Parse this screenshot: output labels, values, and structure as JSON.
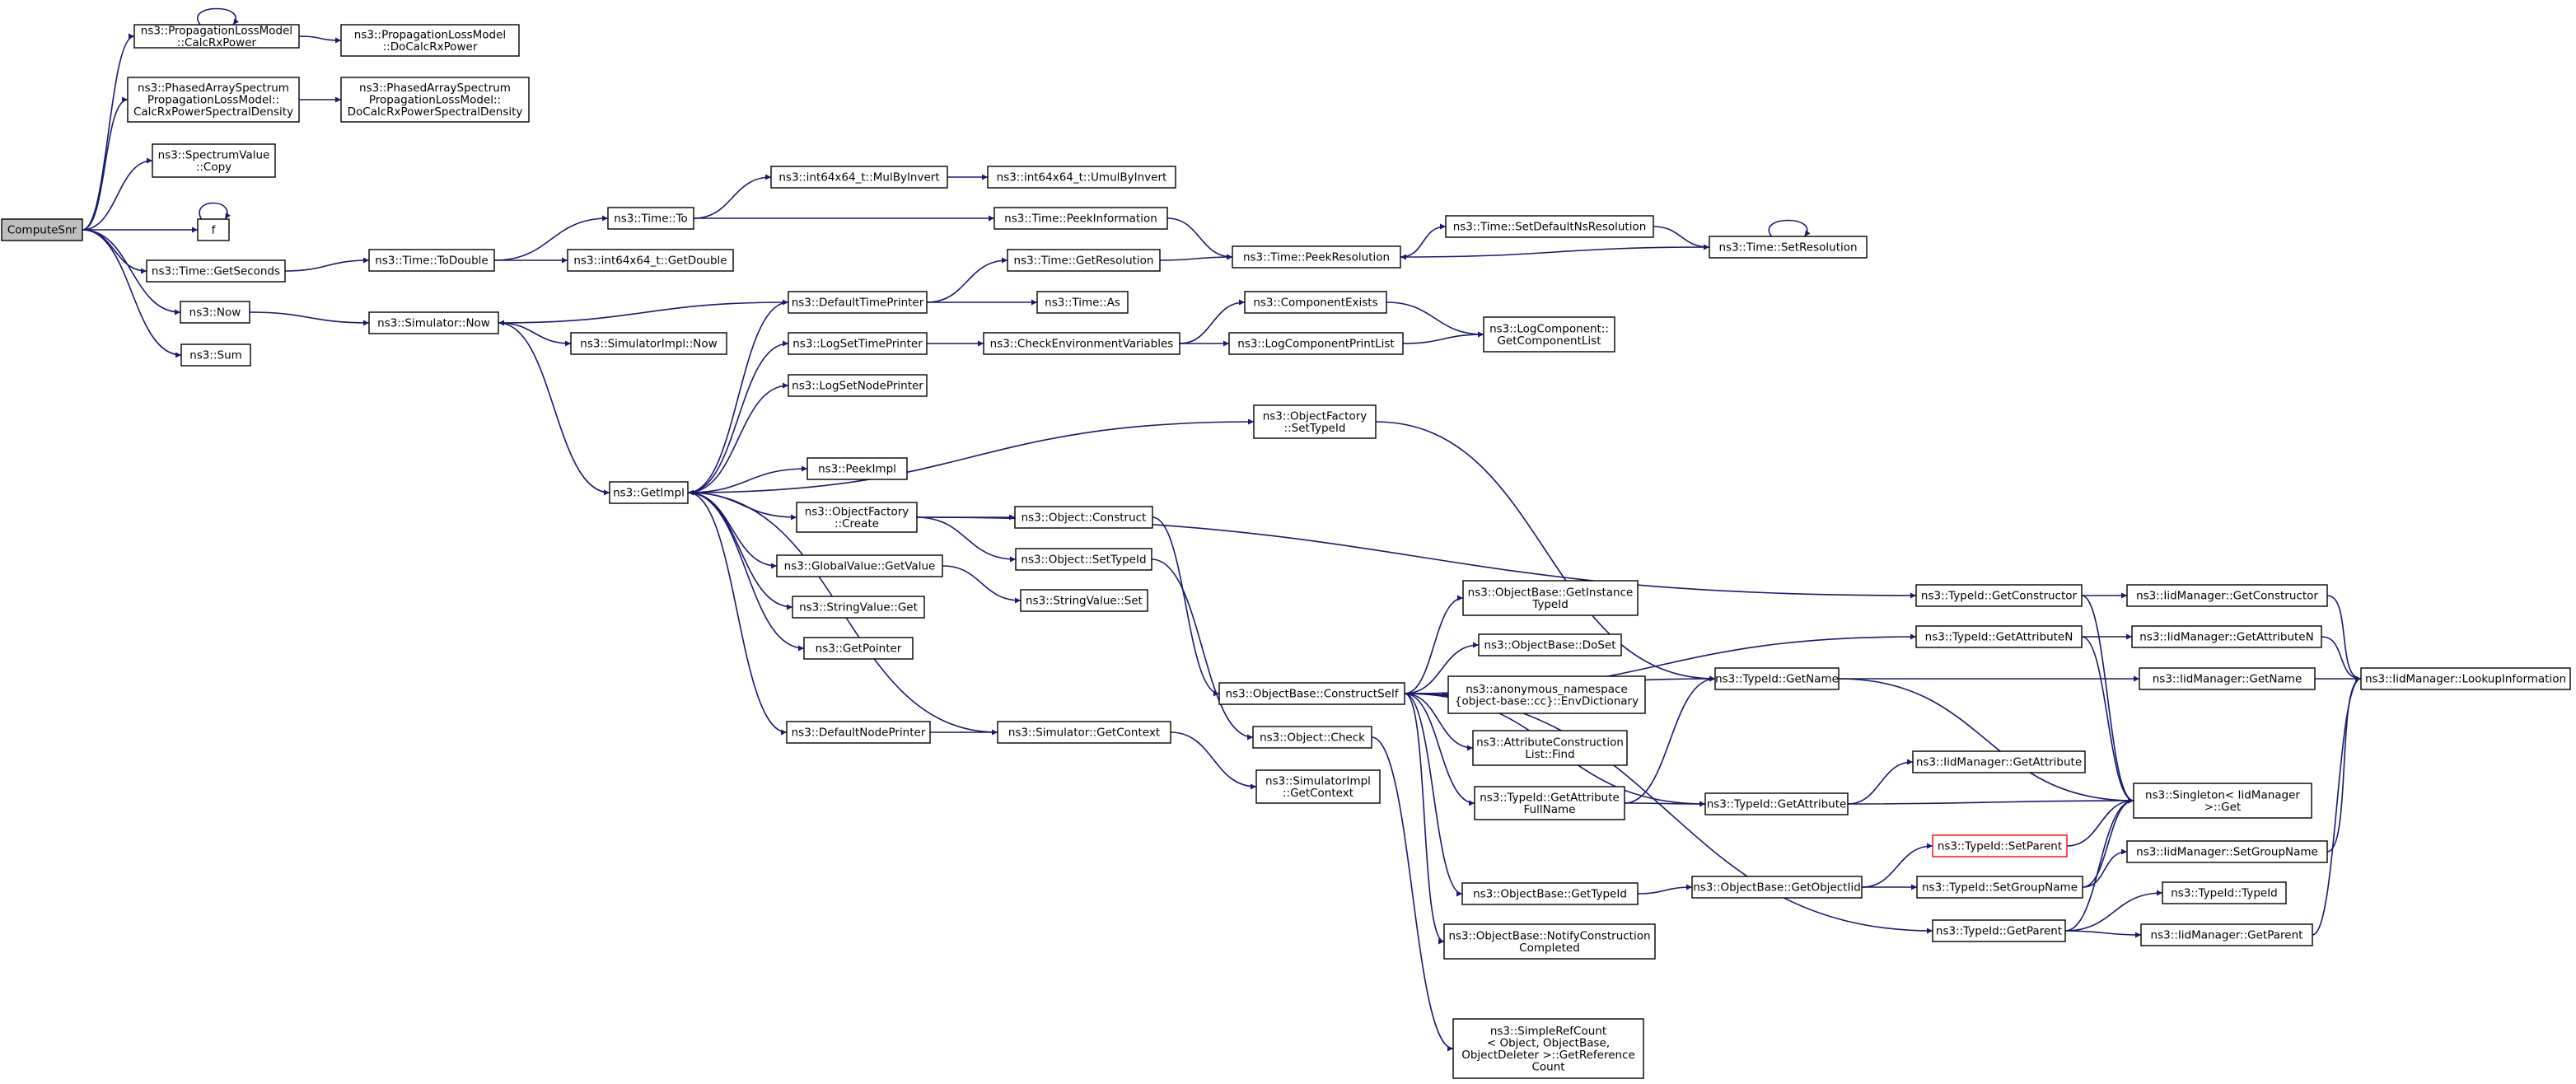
{
  "diagram": {
    "colors": {
      "edge": "#191970",
      "root_fill": "#bfbfbf",
      "node_border": "#000000",
      "highlight_border": "#ff0000"
    },
    "nodes": [
      {
        "id": "computesnr",
        "lines": [
          "ComputeSnr"
        ]
      },
      {
        "id": "calcrxpower",
        "lines": [
          "ns3::PropagationLossModel",
          "::CalcRxPower"
        ]
      },
      {
        "id": "docalcrxpower",
        "lines": [
          "ns3::PropagationLossModel",
          "::DoCalcRxPower"
        ]
      },
      {
        "id": "phasedcalc",
        "lines": [
          "ns3::PhasedArraySpectrum",
          "PropagationLossModel::",
          "CalcRxPowerSpectralDensity"
        ]
      },
      {
        "id": "phaseddocalc",
        "lines": [
          "ns3::PhasedArraySpectrum",
          "PropagationLossModel::",
          "DoCalcRxPowerSpectralDensity"
        ]
      },
      {
        "id": "spectrumcopy",
        "lines": [
          "ns3::SpectrumValue",
          "::Copy"
        ]
      },
      {
        "id": "f",
        "lines": [
          "f"
        ]
      },
      {
        "id": "getseconds",
        "lines": [
          "ns3::Time::GetSeconds"
        ]
      },
      {
        "id": "now",
        "lines": [
          "ns3::Now"
        ]
      },
      {
        "id": "sum",
        "lines": [
          "ns3::Sum"
        ]
      },
      {
        "id": "todouble",
        "lines": [
          "ns3::Time::ToDouble"
        ]
      },
      {
        "id": "timeto",
        "lines": [
          "ns3::Time::To"
        ]
      },
      {
        "id": "getdouble",
        "lines": [
          "ns3::int64x64_t::GetDouble"
        ]
      },
      {
        "id": "mulbyinvert",
        "lines": [
          "ns3::int64x64_t::MulByInvert"
        ]
      },
      {
        "id": "umulbyinvert",
        "lines": [
          "ns3::int64x64_t::UmulByInvert"
        ]
      },
      {
        "id": "peekinformation",
        "lines": [
          "ns3::Time::PeekInformation"
        ]
      },
      {
        "id": "peekresolution",
        "lines": [
          "ns3::Time::PeekResolution"
        ]
      },
      {
        "id": "setdefaultns",
        "lines": [
          "ns3::Time::SetDefaultNsResolution"
        ]
      },
      {
        "id": "setresolution",
        "lines": [
          "ns3::Time::SetResolution"
        ]
      },
      {
        "id": "getresolution",
        "lines": [
          "ns3::Time::GetResolution"
        ]
      },
      {
        "id": "timeas",
        "lines": [
          "ns3::Time::As"
        ]
      },
      {
        "id": "simnow",
        "lines": [
          "ns3::Simulator::Now"
        ]
      },
      {
        "id": "simimplnow",
        "lines": [
          "ns3::SimulatorImpl::Now"
        ]
      },
      {
        "id": "defaulttimeprinter",
        "lines": [
          "ns3::DefaultTimePrinter"
        ]
      },
      {
        "id": "logsettimeprinter",
        "lines": [
          "ns3::LogSetTimePrinter"
        ]
      },
      {
        "id": "logsetnodeprinter",
        "lines": [
          "ns3::LogSetNodePrinter"
        ]
      },
      {
        "id": "checkenv",
        "lines": [
          "ns3::CheckEnvironmentVariables"
        ]
      },
      {
        "id": "componentexists",
        "lines": [
          "ns3::ComponentExists"
        ]
      },
      {
        "id": "logcompprintlist",
        "lines": [
          "ns3::LogComponentPrintList"
        ]
      },
      {
        "id": "getcomponentlist",
        "lines": [
          "ns3::LogComponent::",
          "GetComponentList"
        ]
      },
      {
        "id": "objfactorysettypeid",
        "lines": [
          "ns3::ObjectFactory",
          "::SetTypeId"
        ]
      },
      {
        "id": "getimpl",
        "lines": [
          "ns3::GetImpl"
        ]
      },
      {
        "id": "peekimpl",
        "lines": [
          "ns3::PeekImpl"
        ]
      },
      {
        "id": "objfactorycreate",
        "lines": [
          "ns3::ObjectFactory",
          "::Create"
        ]
      },
      {
        "id": "objectconstruct",
        "lines": [
          "ns3::Object::Construct"
        ]
      },
      {
        "id": "objectsettypeid",
        "lines": [
          "ns3::Object::SetTypeId"
        ]
      },
      {
        "id": "globalvaluegetvalue",
        "lines": [
          "ns3::GlobalValue::GetValue"
        ]
      },
      {
        "id": "stringvalueset",
        "lines": [
          "ns3::StringValue::Set"
        ]
      },
      {
        "id": "stringvalueget",
        "lines": [
          "ns3::StringValue::Get"
        ]
      },
      {
        "id": "getpointer",
        "lines": [
          "ns3::GetPointer"
        ]
      },
      {
        "id": "defaultnodeprinter",
        "lines": [
          "ns3::DefaultNodePrinter"
        ]
      },
      {
        "id": "simgetcontext",
        "lines": [
          "ns3::Simulator::GetContext"
        ]
      },
      {
        "id": "simimplgetcontext",
        "lines": [
          "ns3::SimulatorImpl",
          "::GetContext"
        ]
      },
      {
        "id": "constructself",
        "lines": [
          "ns3::ObjectBase::ConstructSelf"
        ]
      },
      {
        "id": "getinstancetypeid",
        "lines": [
          "ns3::ObjectBase::GetInstance",
          "TypeId"
        ]
      },
      {
        "id": "doset",
        "lines": [
          "ns3::ObjectBase::DoSet"
        ]
      },
      {
        "id": "envdictionary",
        "lines": [
          "ns3::anonymous_namespace",
          "{object-base::cc}::EnvDictionary"
        ]
      },
      {
        "id": "attrconstructlistfind",
        "lines": [
          "ns3::AttributeConstruction",
          "List::Find"
        ]
      },
      {
        "id": "objectcheck",
        "lines": [
          "ns3::Object::Check"
        ]
      },
      {
        "id": "getattributefullname",
        "lines": [
          "ns3::TypeId::GetAttribute",
          "FullName"
        ]
      },
      {
        "id": "objbasegettypeid",
        "lines": [
          "ns3::ObjectBase::GetTypeId"
        ]
      },
      {
        "id": "notifyconstruction",
        "lines": [
          "ns3::ObjectBase::NotifyConstruction",
          "Completed"
        ]
      },
      {
        "id": "getreferencecount",
        "lines": [
          "ns3::SimpleRefCount",
          "< Object, ObjectBase,",
          "ObjectDeleter >::GetReference",
          "Count"
        ]
      },
      {
        "id": "typeidgetname",
        "lines": [
          "ns3::TypeId::GetName"
        ]
      },
      {
        "id": "typeidgetattribute",
        "lines": [
          "ns3::TypeId::GetAttribute"
        ]
      },
      {
        "id": "getobjectiid",
        "lines": [
          "ns3::ObjectBase::GetObjectIid"
        ]
      },
      {
        "id": "typeidgetconstructor",
        "lines": [
          "ns3::TypeId::GetConstructor"
        ]
      },
      {
        "id": "typeidgetattributen",
        "lines": [
          "ns3::TypeId::GetAttributeN"
        ]
      },
      {
        "id": "iidgetattribute",
        "lines": [
          "ns3::IidManager::GetAttribute"
        ]
      },
      {
        "id": "typeidsetparent",
        "lines": [
          "ns3::TypeId::SetParent"
        ]
      },
      {
        "id": "typeidsetgroupname",
        "lines": [
          "ns3::TypeId::SetGroupName"
        ]
      },
      {
        "id": "typeidgetparent",
        "lines": [
          "ns3::TypeId::GetParent"
        ]
      },
      {
        "id": "iidgetconstructor",
        "lines": [
          "ns3::IidManager::GetConstructor"
        ]
      },
      {
        "id": "iidgetattributen",
        "lines": [
          "ns3::IidManager::GetAttributeN"
        ]
      },
      {
        "id": "iidgetname",
        "lines": [
          "ns3::IidManager::GetName"
        ]
      },
      {
        "id": "singletonget",
        "lines": [
          "ns3::Singleton< IidManager",
          ">::Get"
        ]
      },
      {
        "id": "iidsetgroupname",
        "lines": [
          "ns3::IidManager::SetGroupName"
        ]
      },
      {
        "id": "typeidtypeid",
        "lines": [
          "ns3::TypeId::TypeId"
        ]
      },
      {
        "id": "iidgetparent",
        "lines": [
          "ns3::IidManager::GetParent"
        ]
      },
      {
        "id": "lookupinformation",
        "lines": [
          "ns3::IidManager::LookupInformation"
        ]
      }
    ],
    "edges": [
      [
        "computesnr",
        "calcrxpower"
      ],
      [
        "computesnr",
        "phasedcalc"
      ],
      [
        "computesnr",
        "spectrumcopy"
      ],
      [
        "computesnr",
        "f"
      ],
      [
        "computesnr",
        "getseconds"
      ],
      [
        "computesnr",
        "now"
      ],
      [
        "computesnr",
        "sum"
      ],
      [
        "calcrxpower",
        "calcrxpower"
      ],
      [
        "calcrxpower",
        "docalcrxpower"
      ],
      [
        "phasedcalc",
        "phaseddocalc"
      ],
      [
        "f",
        "f"
      ],
      [
        "getseconds",
        "todouble"
      ],
      [
        "todouble",
        "timeto"
      ],
      [
        "todouble",
        "getdouble"
      ],
      [
        "timeto",
        "mulbyinvert"
      ],
      [
        "timeto",
        "peekinformation"
      ],
      [
        "mulbyinvert",
        "umulbyinvert"
      ],
      [
        "peekinformation",
        "peekresolution"
      ],
      [
        "getresolution",
        "peekresolution"
      ],
      [
        "peekresolution",
        "setdefaultns"
      ],
      [
        "setdefaultns",
        "setresolution"
      ],
      [
        "setresolution",
        "peekresolution"
      ],
      [
        "setresolution",
        "setresolution"
      ],
      [
        "now",
        "simnow"
      ],
      [
        "simnow",
        "simimplnow"
      ],
      [
        "simnow",
        "getimpl"
      ],
      [
        "defaulttimeprinter",
        "simnow"
      ],
      [
        "defaulttimeprinter",
        "getresolution"
      ],
      [
        "defaulttimeprinter",
        "timeas"
      ],
      [
        "logsettimeprinter",
        "checkenv"
      ],
      [
        "checkenv",
        "componentexists"
      ],
      [
        "checkenv",
        "logcompprintlist"
      ],
      [
        "componentexists",
        "getcomponentlist"
      ],
      [
        "logcompprintlist",
        "getcomponentlist"
      ],
      [
        "getimpl",
        "defaulttimeprinter"
      ],
      [
        "getimpl",
        "logsettimeprinter"
      ],
      [
        "getimpl",
        "logsetnodeprinter"
      ],
      [
        "getimpl",
        "objfactorysettypeid"
      ],
      [
        "getimpl",
        "peekimpl"
      ],
      [
        "getimpl",
        "objfactorycreate"
      ],
      [
        "getimpl",
        "globalvaluegetvalue"
      ],
      [
        "getimpl",
        "stringvalueget"
      ],
      [
        "getimpl",
        "getpointer"
      ],
      [
        "getimpl",
        "defaultnodeprinter"
      ],
      [
        "simgetcontext",
        "getimpl"
      ],
      [
        "objfactorysettypeid",
        "typeidgetname"
      ],
      [
        "objfactorycreate",
        "objectconstruct"
      ],
      [
        "objfactorycreate",
        "objectsettypeid"
      ],
      [
        "objfactorycreate",
        "typeidgetconstructor"
      ],
      [
        "globalvaluegetvalue",
        "stringvalueset"
      ],
      [
        "objectsettypeid",
        "objectcheck"
      ],
      [
        "objectconstruct",
        "constructself"
      ],
      [
        "defaultnodeprinter",
        "simgetcontext"
      ],
      [
        "simgetcontext",
        "simimplgetcontext"
      ],
      [
        "constructself",
        "getinstancetypeid"
      ],
      [
        "constructself",
        "doset"
      ],
      [
        "constructself",
        "envdictionary"
      ],
      [
        "constructself",
        "attrconstructlistfind"
      ],
      [
        "constructself",
        "getattributefullname"
      ],
      [
        "constructself",
        "objbasegettypeid"
      ],
      [
        "constructself",
        "notifyconstruction"
      ],
      [
        "constructself",
        "typeidgetname"
      ],
      [
        "constructself",
        "typeidgetattributen"
      ],
      [
        "constructself",
        "typeidgetattribute"
      ],
      [
        "constructself",
        "typeidgetparent"
      ],
      [
        "objectcheck",
        "getreferencecount"
      ],
      [
        "getattributefullname",
        "typeidgetname"
      ],
      [
        "getattributefullname",
        "typeidgetattribute"
      ],
      [
        "objbasegettypeid",
        "getobjectiid"
      ],
      [
        "typeidgetname",
        "iidgetname"
      ],
      [
        "typeidgetname",
        "singletonget"
      ],
      [
        "typeidgetattribute",
        "iidgetattribute"
      ],
      [
        "typeidgetattribute",
        "singletonget"
      ],
      [
        "getobjectiid",
        "typeidsetparent"
      ],
      [
        "getobjectiid",
        "typeidsetgroupname"
      ],
      [
        "typeidgetconstructor",
        "iidgetconstructor"
      ],
      [
        "typeidgetconstructor",
        "singletonget"
      ],
      [
        "typeidgetattributen",
        "iidgetattributen"
      ],
      [
        "typeidgetattributen",
        "singletonget"
      ],
      [
        "typeidsetparent",
        "singletonget"
      ],
      [
        "typeidsetgroupname",
        "singletonget"
      ],
      [
        "typeidsetgroupname",
        "iidsetgroupname"
      ],
      [
        "typeidgetparent",
        "singletonget"
      ],
      [
        "typeidgetparent",
        "typeidtypeid"
      ],
      [
        "typeidgetparent",
        "iidgetparent"
      ],
      [
        "iidgetconstructor",
        "lookupinformation"
      ],
      [
        "iidgetattributen",
        "lookupinformation"
      ],
      [
        "iidgetname",
        "lookupinformation"
      ],
      [
        "iidsetgroupname",
        "lookupinformation"
      ],
      [
        "iidgetparent",
        "lookupinformation"
      ]
    ]
  }
}
